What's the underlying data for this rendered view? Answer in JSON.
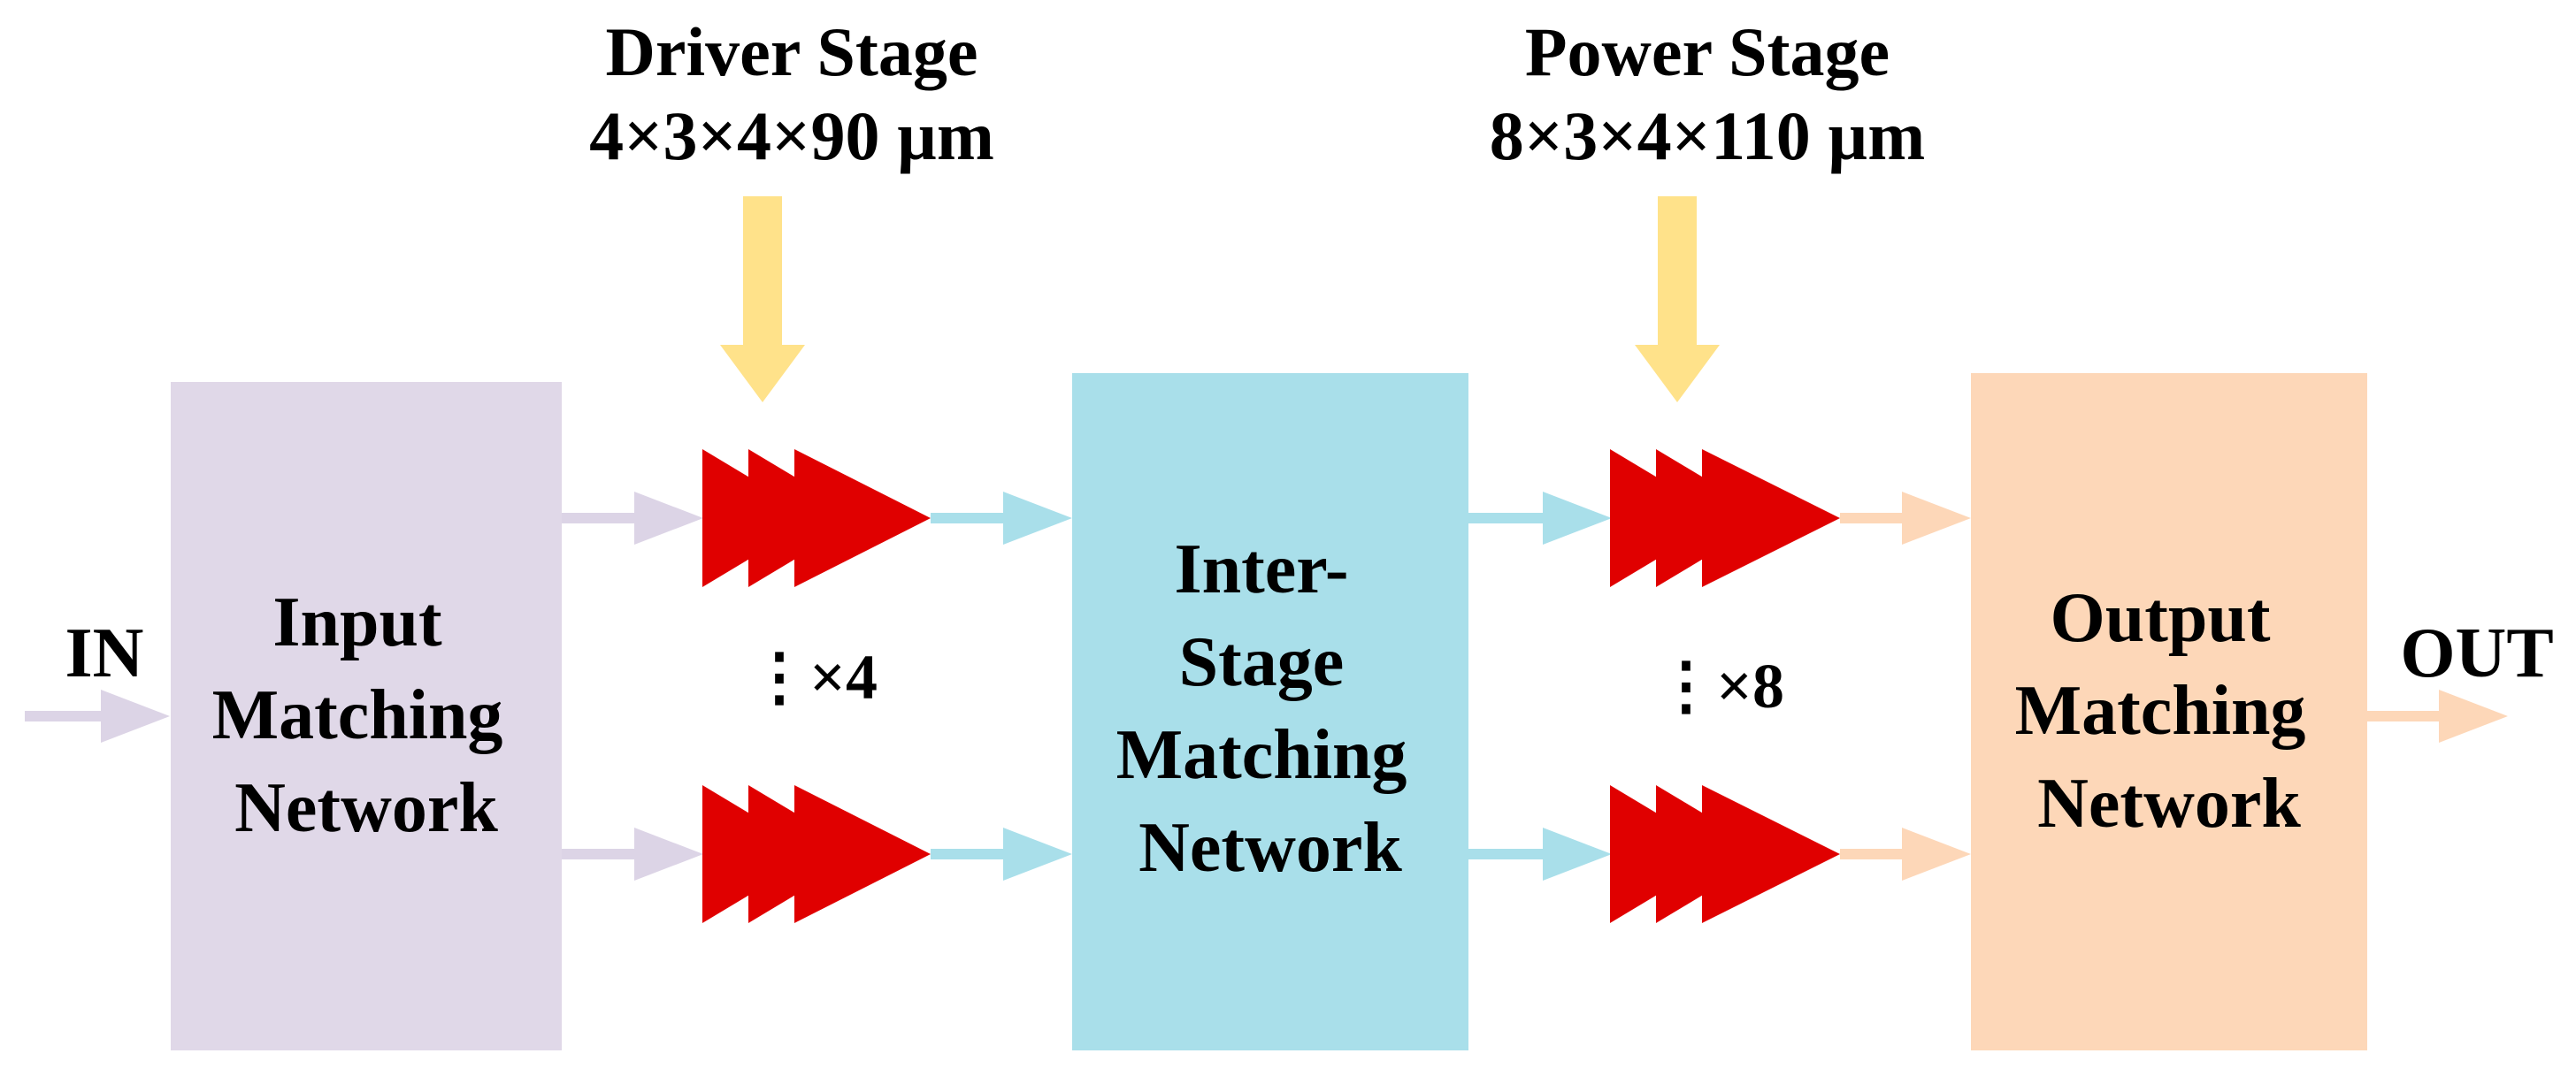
{
  "driver_stage": {
    "title": "Driver Stage",
    "size": "4×3×4×90 µm",
    "dots": "⋮",
    "multiplier": "×4"
  },
  "power_stage": {
    "title": "Power Stage",
    "size": "8×3×4×110 µm",
    "dots": "⋮",
    "multiplier": "×8"
  },
  "blocks": {
    "input": {
      "lines": [
        "Input",
        "Matching",
        "Network"
      ]
    },
    "interstage": {
      "lines": [
        "Inter-",
        "Stage",
        "Matching",
        "Network"
      ]
    },
    "output": {
      "lines": [
        "Output",
        "Matching",
        "Network"
      ]
    }
  },
  "ports": {
    "in": "IN",
    "out": "OUT"
  },
  "colors": {
    "input_block": "#E0D8E8",
    "interstage_block": "#A9DFEA",
    "output_block": "#FDD7B8",
    "amplifier": "#E00000",
    "bias_arrow": "#FFE28A",
    "input_arrow": "#DCD4E6",
    "interstage_arrow": "#A9DFEA",
    "output_arrow": "#FDD7B8"
  }
}
